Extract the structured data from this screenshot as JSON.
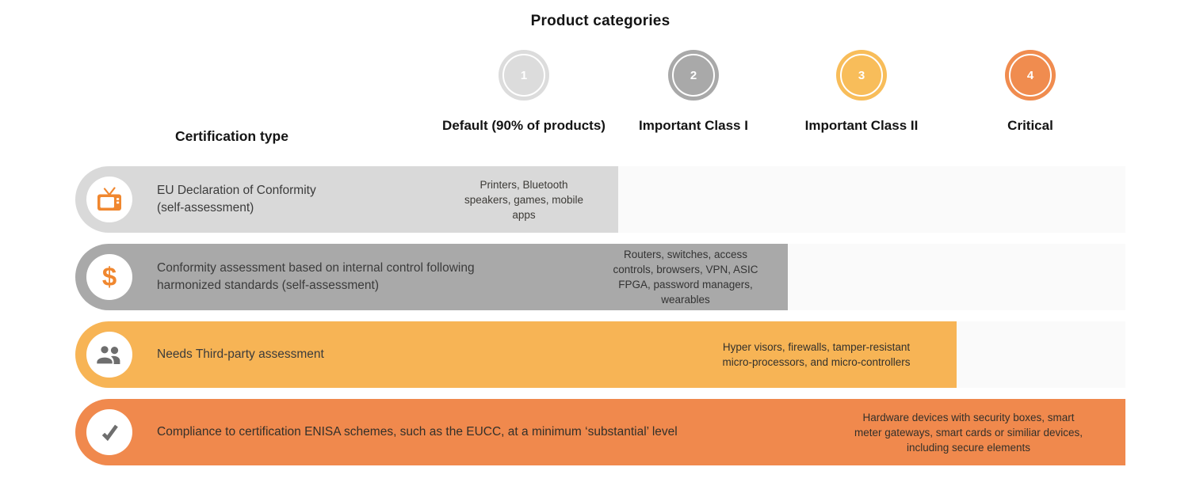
{
  "title": "Product categories",
  "table": {
    "row_header": "Certification type",
    "columns": [
      {
        "number": "1",
        "label": [
          "Default (90% of",
          "products)"
        ],
        "circle_color": "#dcdcdc"
      },
      {
        "number": "2",
        "label": [
          "Important Class I"
        ],
        "circle_color": "#a9a9a9"
      },
      {
        "number": "3",
        "label": [
          "Important Class II"
        ],
        "circle_color": "#f8bd5a"
      },
      {
        "number": "4",
        "label": [
          "Critical"
        ],
        "circle_color": "#f08c4f"
      }
    ],
    "rows": [
      {
        "icon": "tv-icon",
        "certification": [
          "EU Declaration of Conformity",
          "(self-assessment)"
        ],
        "products": [
          "Printers, Bluetooth",
          "speakers, games, mobile",
          "apps"
        ],
        "category": "Default (90% of products)",
        "band_color": "#d9d9d9"
      },
      {
        "icon": "dollar-icon",
        "certification": [
          "Conformity assessment based on internal control following",
          "harmonized standards (self-assessment)"
        ],
        "products": [
          "Routers, switches, access",
          "controls, browsers, VPN, ASIC",
          "FPGA, password managers,",
          "wearables"
        ],
        "category": "Important Class I",
        "band_color": "#a9a9a9"
      },
      {
        "icon": "people-icon",
        "certification": [
          "Needs Third-party assessment"
        ],
        "products": [
          "Hyper visors, firewalls, tamper-resistant",
          "micro-processors, and micro-controllers"
        ],
        "category": "Important Class II",
        "band_color": "#f7b455"
      },
      {
        "icon": "check-icon",
        "certification": [
          "Compliance to certification ENISA schemes, such as the EUCC, at a minimum ‘substantial’ level"
        ],
        "products": [
          "Hardware devices with security boxes, smart",
          "meter gateways, smart cards or similiar devices,",
          "including secure elements"
        ],
        "category": "Critical",
        "band_color": "#f0894d"
      }
    ]
  },
  "icons": {
    "dollar_glyph": "$"
  },
  "colors": {
    "row_extension_bg": "#fafafa",
    "icon_orange": "#f0872f",
    "icon_gray": "#6e6e6e",
    "text_dark": "#3b3b3b",
    "heading_dark": "#141414"
  }
}
